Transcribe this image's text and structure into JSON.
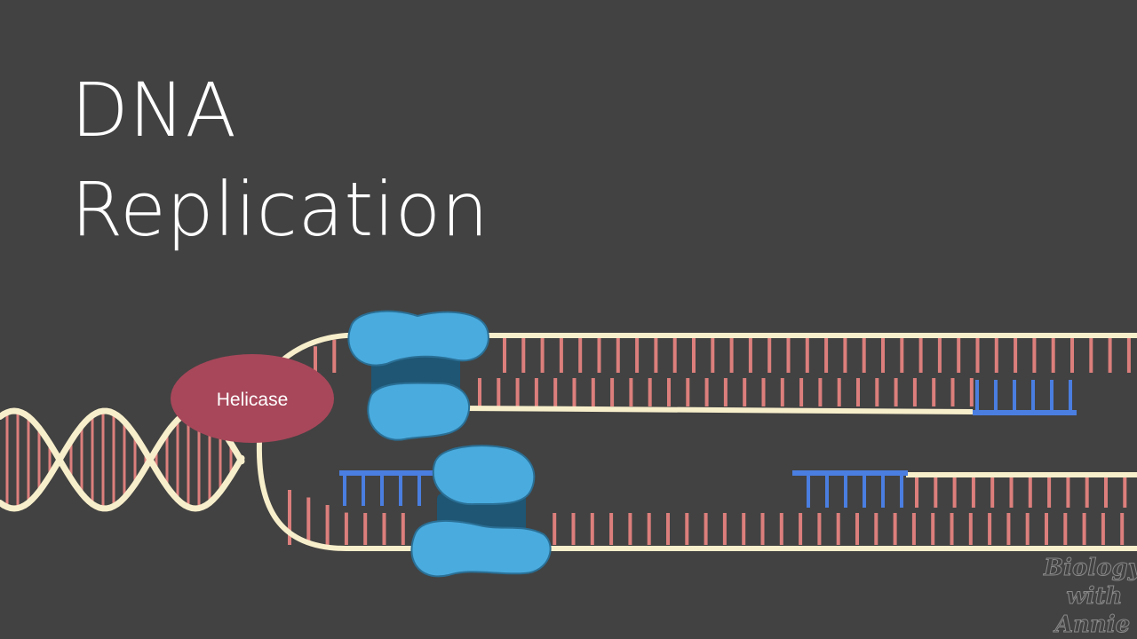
{
  "title": {
    "line1": "DNA",
    "line2": "Replication"
  },
  "diagram": {
    "enzyme_label": "Helicase",
    "colors": {
      "background": "#424242",
      "backbone": "#f7eecb",
      "base_pair": "#dc7f7c",
      "new_strand": "#4a7ee0",
      "helicase": "#a8475a",
      "polymerase": "#4aabde",
      "polymerase_shadow": "#1e5674"
    }
  },
  "watermark": {
    "line1": "Biology",
    "line2": "with",
    "line3": "Annie"
  }
}
